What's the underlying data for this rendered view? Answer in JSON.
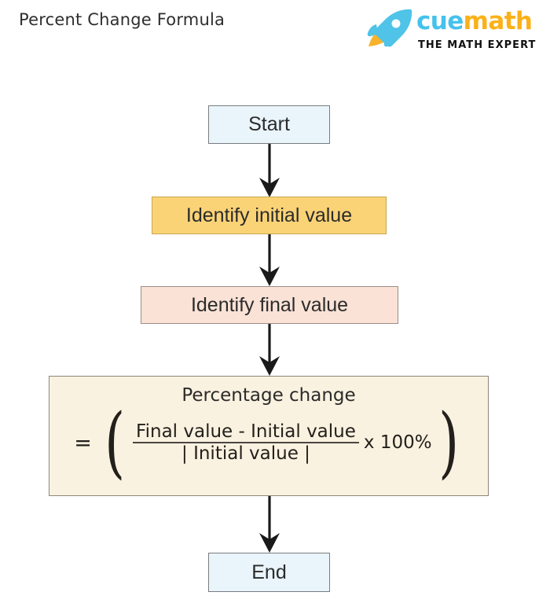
{
  "page": {
    "title": "Percent Change Formula",
    "background": "#ffffff"
  },
  "brand": {
    "name_part1": "cue",
    "name_part2": "math",
    "tagline": "THE MATH EXPERT",
    "rocket_icon": "rocket-icon",
    "colors": {
      "cue_blue": "#45C2EC",
      "math_yellow": "#FBB117",
      "rocket_body": "#4FC3E8",
      "rocket_flame": "#F7B32B",
      "tagline": "#111111"
    }
  },
  "flowchart": {
    "type": "flowchart",
    "orientation": "top-to-bottom",
    "nodes": [
      {
        "id": "start",
        "label": "Start",
        "shape": "rectangle",
        "fill": "#E9F4FB",
        "border": "#7a7d80"
      },
      {
        "id": "initial",
        "label": "Identify initial value",
        "shape": "rectangle",
        "fill": "#FBD377",
        "border": "#C9A64A"
      },
      {
        "id": "final",
        "label": "Identify final value",
        "shape": "rectangle",
        "fill": "#FAE2D6",
        "border": "#9b8e88"
      },
      {
        "id": "formula",
        "label": "Percentage change",
        "shape": "rectangle",
        "fill": "#FAF2E0",
        "border": "#8d857a"
      },
      {
        "id": "end",
        "label": "End",
        "shape": "rectangle",
        "fill": "#E9F4FB",
        "border": "#7a7d80"
      }
    ],
    "edges": [
      {
        "from": "start",
        "to": "initial",
        "style": "solid-arrow"
      },
      {
        "from": "initial",
        "to": "final",
        "style": "solid-arrow"
      },
      {
        "from": "final",
        "to": "formula",
        "style": "solid-arrow"
      },
      {
        "from": "formula",
        "to": "end",
        "style": "solid-arrow"
      }
    ],
    "edge_color": "#1a1a1a"
  },
  "formula": {
    "heading": "Percentage change",
    "equals": "=",
    "paren_open": "(",
    "paren_close": ")",
    "numerator": "Final value - Initial value",
    "denominator": "| Initial value |",
    "multiplier": "x 100%"
  }
}
